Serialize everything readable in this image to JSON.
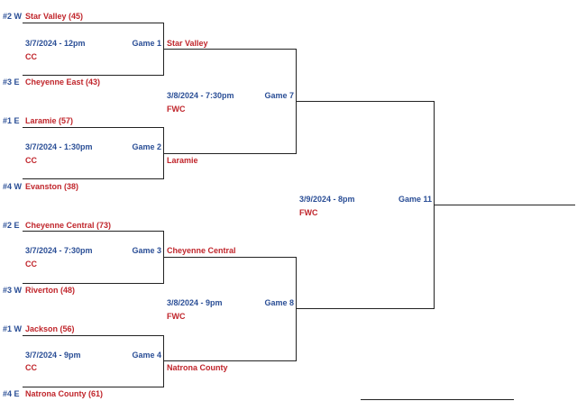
{
  "colors": {
    "seed_and_date": "#2a4e96",
    "team_and_venue": "#c0252b",
    "lines": "#222222"
  },
  "round1": [
    {
      "top_seed": "#2 W",
      "top_team": "Star Valley (45)",
      "date": "3/7/2024 - 12pm",
      "venue": "CC",
      "game": "Game 1",
      "winner": "Star Valley",
      "bottom_seed": "#3 E",
      "bottom_team": "Cheyenne East (43)"
    },
    {
      "top_seed": "#1 E",
      "top_team": "Laramie (57)",
      "date": "3/7/2024 - 1:30pm",
      "venue": "CC",
      "game": "Game 2",
      "winner": "Laramie",
      "bottom_seed": "#4 W",
      "bottom_team": "Evanston (38)"
    },
    {
      "top_seed": "#2 E",
      "top_team": "Cheyenne Central (73)",
      "date": "3/7/2024 - 7:30pm",
      "venue": "CC",
      "game": "Game 3",
      "winner": "Cheyenne Central",
      "bottom_seed": "#3 W",
      "bottom_team": "Riverton (48)"
    },
    {
      "top_seed": "#1 W",
      "top_team": "Jackson (56)",
      "date": "3/7/2024 - 9pm",
      "venue": "CC",
      "game": "Game 4",
      "winner": "Natrona County",
      "bottom_seed": "#4 E",
      "bottom_team": "Natrona County (61)"
    }
  ],
  "round2": [
    {
      "date": "3/8/2024 - 7:30pm",
      "venue": "FWC",
      "game": "Game 7"
    },
    {
      "date": "3/8/2024 - 9pm",
      "venue": "FWC",
      "game": "Game 8"
    }
  ],
  "final": {
    "date": "3/9/2024 - 8pm",
    "venue": "FWC",
    "game": "Game 11"
  }
}
